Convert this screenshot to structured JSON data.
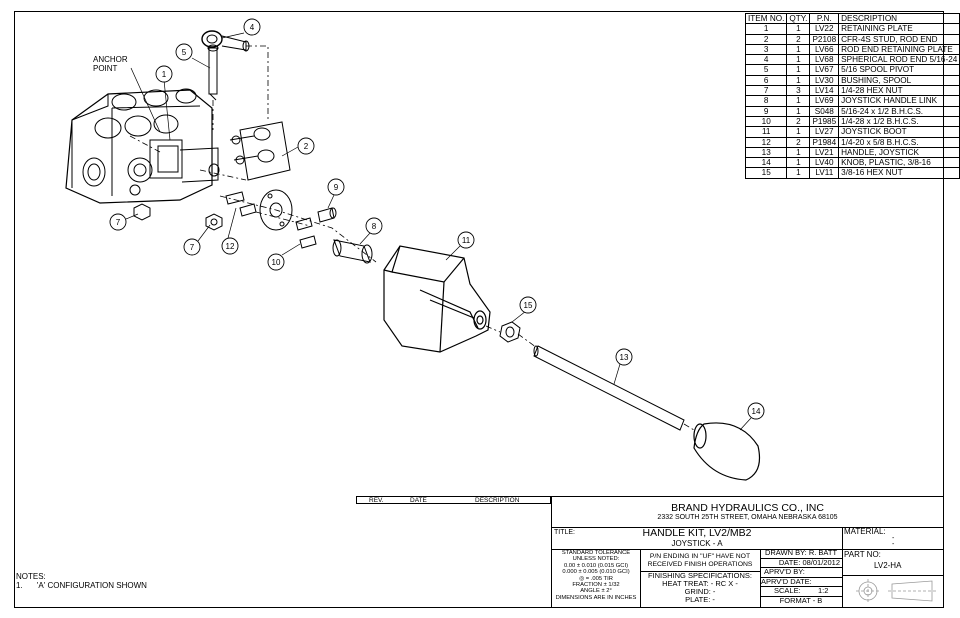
{
  "bom": {
    "headers": [
      "ITEM NO.",
      "QTY.",
      "P.N.",
      "DESCRIPTION"
    ],
    "rows": [
      [
        "1",
        "1",
        "LV22",
        "RETAINING PLATE"
      ],
      [
        "2",
        "2",
        "P2108",
        "CFR-4S STUD, ROD END"
      ],
      [
        "3",
        "1",
        "LV66",
        "ROD END RETAINING PLATE"
      ],
      [
        "4",
        "1",
        "LV68",
        "SPHERICAL ROD END 5/16-24"
      ],
      [
        "5",
        "1",
        "LV67",
        "5/16 SPOOL PIVOT"
      ],
      [
        "6",
        "1",
        "LV30",
        "BUSHING, SPOOL"
      ],
      [
        "7",
        "3",
        "LV14",
        "1/4-28 HEX NUT"
      ],
      [
        "8",
        "1",
        "LV69",
        "JOYSTICK HANDLE LINK"
      ],
      [
        "9",
        "1",
        "S048",
        "5/16-24 x 1/2 B.H.C.S."
      ],
      [
        "10",
        "2",
        "P1985",
        "1/4-28 x 1/2 B.H.C.S."
      ],
      [
        "11",
        "1",
        "LV27",
        "JOYSTICK BOOT"
      ],
      [
        "12",
        "2",
        "P1984",
        "1/4-20 x 5/8 B.H.C.S."
      ],
      [
        "13",
        "1",
        "LV21",
        "HANDLE, JOYSTICK"
      ],
      [
        "14",
        "1",
        "LV40",
        "KNOB, PLASTIC, 3/8-16"
      ],
      [
        "15",
        "1",
        "LV11",
        "3/8-16 HEX NUT"
      ]
    ]
  },
  "drawing": {
    "anchor_label_1": "ANCHOR",
    "anchor_label_2": "POINT",
    "balloons": [
      "1",
      "2",
      "4",
      "5",
      "7",
      "7",
      "8",
      "9",
      "10",
      "11",
      "12",
      "13",
      "14",
      "15"
    ]
  },
  "revision": {
    "rev": "REV.",
    "date": "DATE",
    "description": "DESCRIPTION"
  },
  "title_block": {
    "company": "BRAND HYDRAULICS CO., INC",
    "address": "2332 SOUTH 25TH STREET, OMAHA NEBRASKA 68105",
    "title_label": "TITLE:",
    "title": "HANDLE KIT, LV2/MB2",
    "subtitle": "JOYSTICK - A",
    "material_label": "MATERIAL:",
    "material_value": "-",
    "material_value2": "-",
    "tolerance": [
      "STANDARD TOLERANCE",
      "UNLESS NOTED:",
      "0.00 ± 0.010 (0.015 GCI)",
      "0.000 ± 0.005 (0.010 GCI)",
      "◎ = .005 TIR",
      "FRACTION ± 1/32",
      "ANGLE ± 2°",
      "DIMENSIONS ARE IN INCHES"
    ],
    "pn_note_1": "P/N ENDING IN \"UF\" HAVE NOT",
    "pn_note_2": "RECEIVED FINISH OPERATIONS",
    "finishing_label": "FINISHING SPECIFICATIONS:",
    "heat_treat": "HEAT TREAT: -  RC X - ",
    "grind": "GRIND: -",
    "plate": "PLATE: -",
    "drawn_by": "DRAWN BY: R. BATT",
    "date": "DATE: 08/01/2012",
    "aprvd_by": "APRV'D BY:",
    "aprvd_date": "APRV'D DATE:",
    "scale_label": "SCALE:",
    "scale_value": "1:2",
    "format": "FORMAT - B",
    "part_no_label": "PART NO:",
    "part_no": "LV2-HA"
  },
  "notes": {
    "heading": "NOTES:",
    "item_number": "1.",
    "item_text": "'A' CONFIGURATION SHOWN"
  }
}
